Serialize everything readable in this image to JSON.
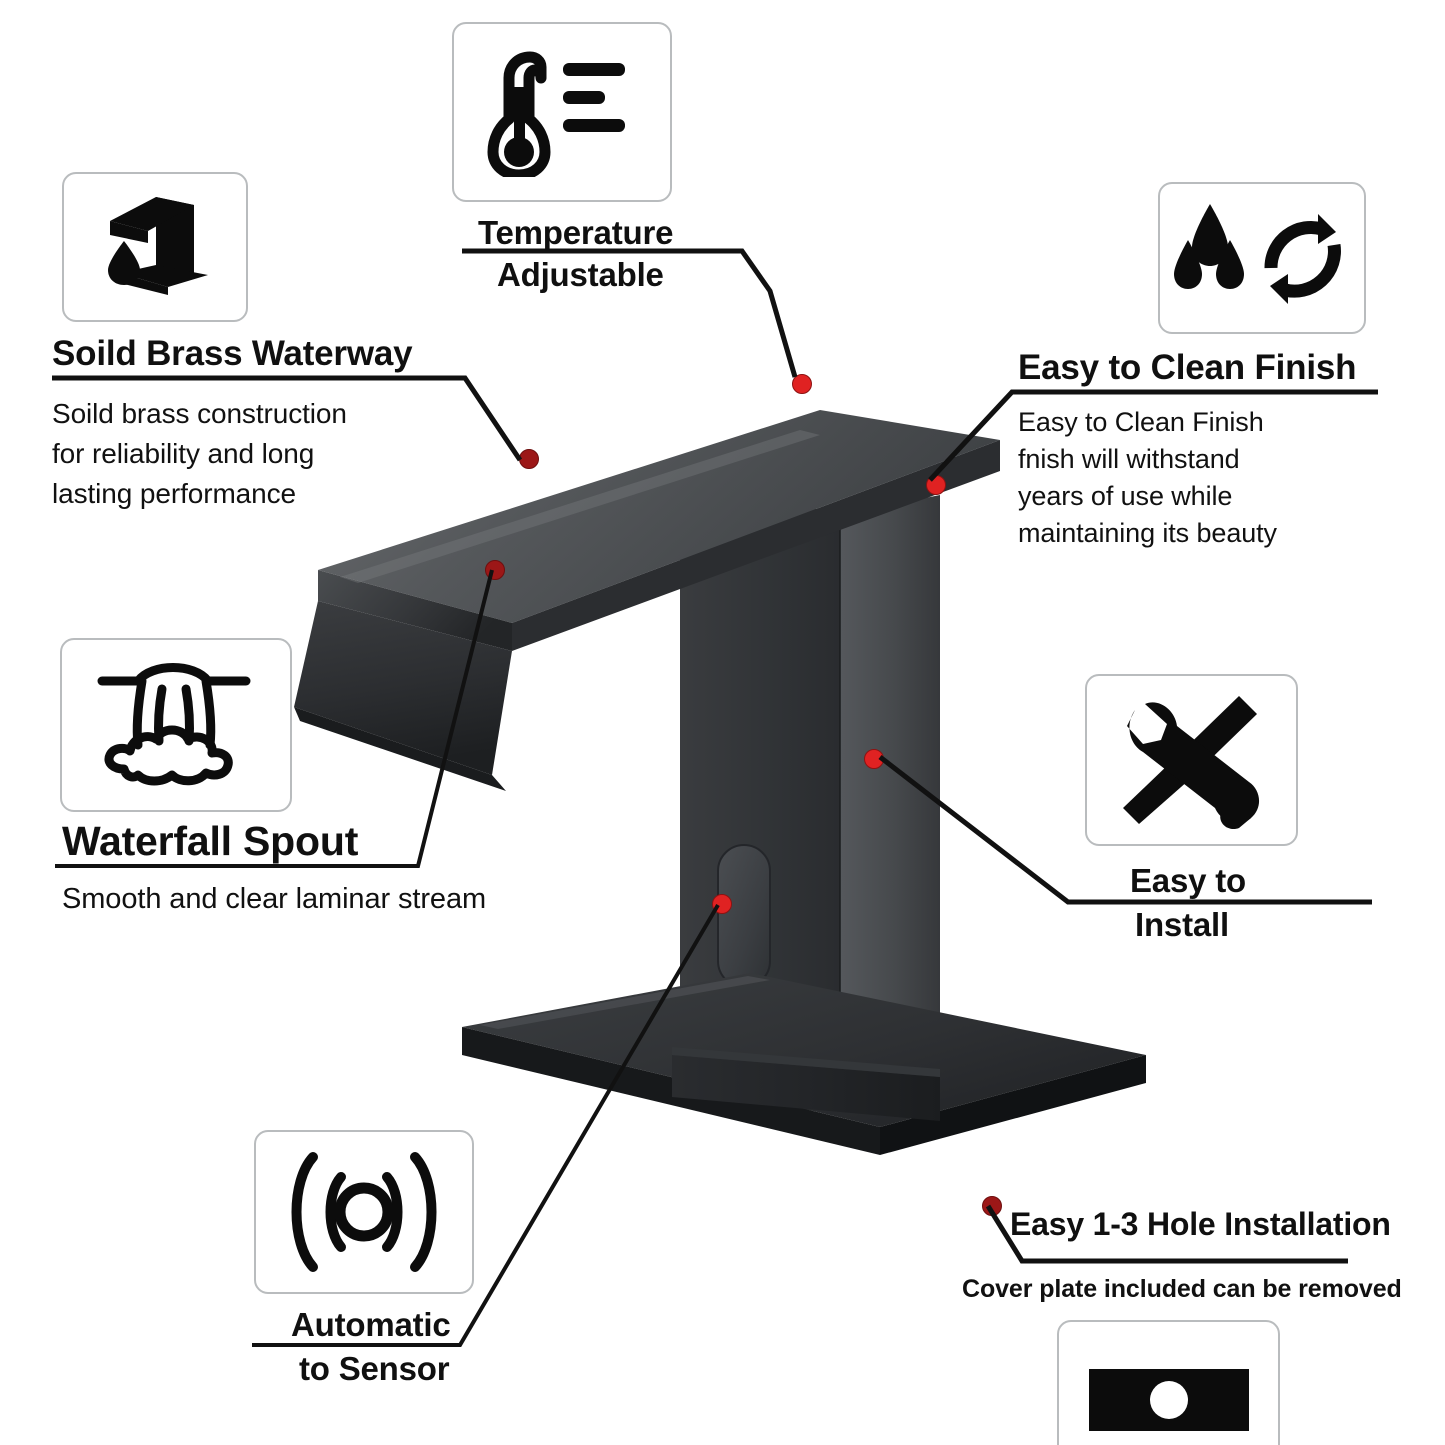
{
  "page": {
    "title": "Touchless Waterfall Bathroom Faucet Feature Infographic",
    "background_color": "#ffffff",
    "accent_color": "#e02222",
    "text_color": "#101010",
    "icon_box_border_color": "#b9bcbe"
  },
  "features": [
    {
      "id": "soild-brass-waterway",
      "icon": "faucet-water-drop-icon",
      "title": "Soild Brass Waterway",
      "body_lines": [
        "Soild brass construction",
        "for reliability and long",
        "lasting  performance"
      ]
    },
    {
      "id": "temperature-adjustable",
      "icon": "thermometer-settings-icon",
      "title_line_1": "Temperature",
      "title_line_2": "Adjustable",
      "body_lines": []
    },
    {
      "id": "easy-to-clean-finish",
      "icon": "water-drops-refresh-icon",
      "title": "Easy to Clean Finish",
      "body_lines": [
        "Easy to Clean Finish",
        "fnish will withstand",
        "years of use while",
        "maintaining its beauty"
      ]
    },
    {
      "id": "waterfall-spout",
      "icon": "waterfall-icon",
      "title": "Waterfall Spout",
      "body_lines": [
        "Smooth and clear laminar stream"
      ]
    },
    {
      "id": "easy-to-install",
      "icon": "wrench-screwdriver-icon",
      "title_line_1": "Easy to",
      "title_line_2": "Install",
      "body_lines": []
    },
    {
      "id": "automatic-to-sensor",
      "icon": "motion-sensor-waves-icon",
      "title_line_1": "Automatic",
      "title_line_2": "to Sensor",
      "body_lines": []
    },
    {
      "id": "easy-1-3-hole-installation",
      "icon": "cover-plate-icon",
      "title": "Easy 1-3 Hole Installation",
      "body_lines": [
        "Cover plate included can be removed"
      ]
    }
  ],
  "product": {
    "name": "matte-black-waterfall-sensor-faucet",
    "callout_dots": 7
  }
}
